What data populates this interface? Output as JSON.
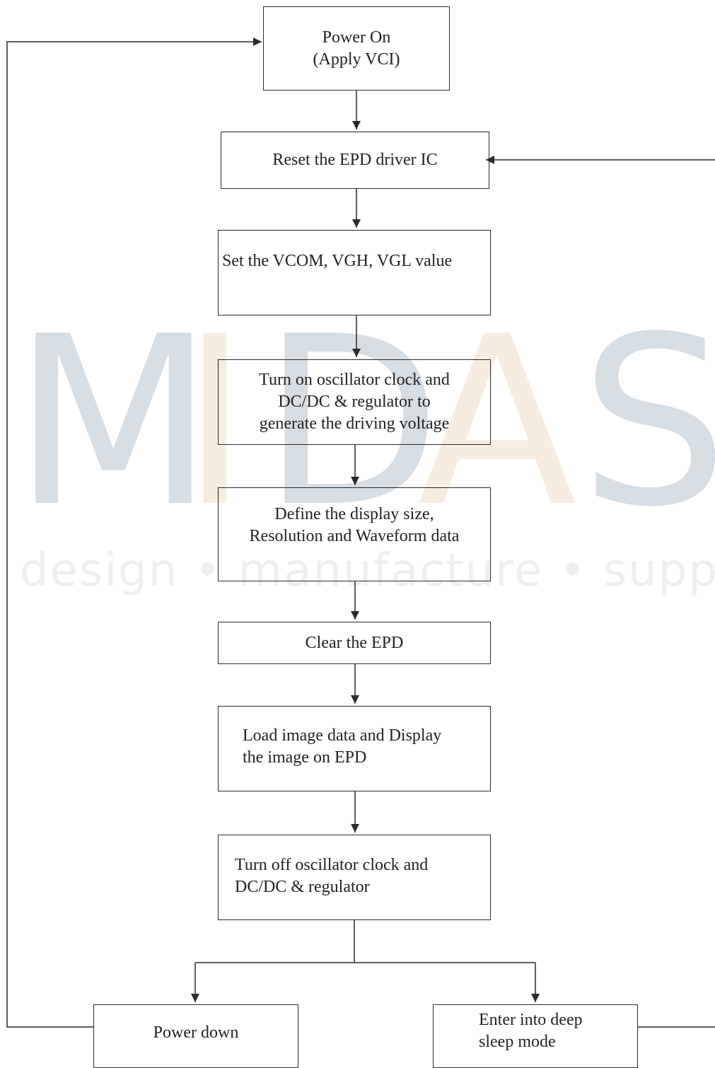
{
  "watermark": {
    "letters": [
      "M",
      "I",
      "D",
      "A",
      "S"
    ],
    "tagline": "design • manufacture • suppl",
    "colors": {
      "grey": "#d6dde3",
      "beige": "#f6ece0",
      "tagline": "#eeeeee"
    }
  },
  "steps": {
    "power_on": [
      "Power On",
      "(Apply VCI)"
    ],
    "reset": [
      "Reset the EPD driver IC"
    ],
    "set_vcom": [
      "Set the VCOM, VGH, VGL value"
    ],
    "turn_on_osc": [
      "Turn on oscillator clock and",
      "DC/DC & regulator to",
      "generate the driving voltage"
    ],
    "define_display": [
      "Define the display size,",
      "Resolution and Waveform data"
    ],
    "clear_epd": [
      "Clear the EPD"
    ],
    "load_image": [
      "Load image data and Display",
      "the image on EPD"
    ],
    "turn_off_osc": [
      "Turn off oscillator clock and",
      "DC/DC & regulator"
    ],
    "power_down": [
      "Power down"
    ],
    "deep_sleep": [
      "Enter into deep",
      "sleep mode"
    ]
  },
  "colors": {
    "line": "#2a2a2a",
    "text": "#222222"
  }
}
